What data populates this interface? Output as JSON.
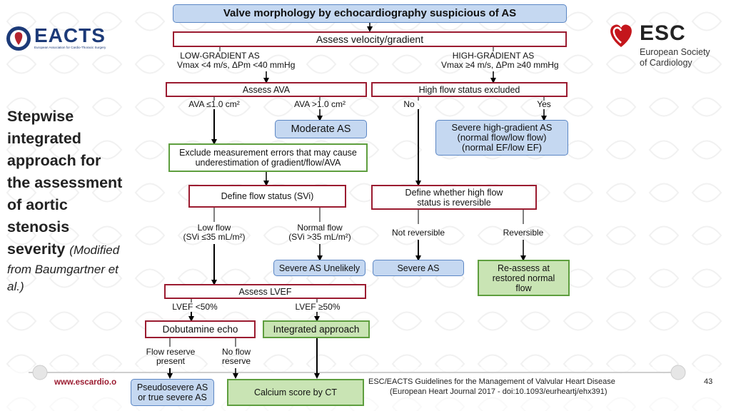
{
  "logos": {
    "eacts": {
      "name": "EACTS",
      "sub": "European Association for Cardio-Thoracic Surgery"
    },
    "esc": {
      "name": "ESC",
      "line1": "European Society",
      "line2": "of Cardiology"
    }
  },
  "sidebar": {
    "title_lines": [
      "Stepwise",
      "integrated",
      "approach for",
      "the assessment",
      "of aortic",
      "stenosis"
    ],
    "last_bold": "severity",
    "last_italic": "(Modified",
    "attribution_lines": [
      "from Baumgartner et",
      "al.)"
    ]
  },
  "flow": {
    "top": "Valve morphology by echocardiography suspicious of AS",
    "assess_velocity": "Assess velocity/gradient",
    "low_gradient": {
      "line1": "LOW-GRADIENT AS",
      "line2": "Vmax <4 m/s, ΔPm <40 mmHg"
    },
    "high_gradient": {
      "line1": "HIGH-GRADIENT AS",
      "line2": "Vmax ≥4 m/s, ΔPm ≥40 mmHg"
    },
    "assess_ava": "Assess AVA",
    "high_flow_excluded": "High flow status excluded",
    "ava_small": "AVA ≤1.0 cm²",
    "ava_large": "AVA >1.0 cm²",
    "no": "No",
    "yes": "Yes",
    "moderate_as": "Moderate AS",
    "severe_high_gradient": {
      "line1": "Severe high-gradient AS",
      "line2": "(normal flow/low flow)",
      "line3": "(normal EF/low EF)"
    },
    "exclude_errors": {
      "line1": "Exclude measurement errors that may cause",
      "line2": "underestimation of gradient/flow/AVA"
    },
    "define_flow": "Define flow status (SVi)",
    "define_high_flow": {
      "line1": "Define whether high flow",
      "line2": "status is reversible"
    },
    "low_flow": {
      "line1": "Low flow",
      "line2": "(SVi ≤35 mL/m²)"
    },
    "normal_flow": {
      "line1": "Normal flow",
      "line2": "(SVi >35 mL/m²)"
    },
    "not_reversible": "Not reversible",
    "reversible": "Reversible",
    "severe_unlikely": "Severe AS Unelikely",
    "severe_as": "Severe AS",
    "reassess": {
      "line1": "Re-assess at",
      "line2": "restored normal",
      "line3": "flow"
    },
    "assess_lvef": "Assess LVEF",
    "lvef_low": "LVEF <50%",
    "lvef_high": "LVEF ≥50%",
    "dobutamine": "Dobutamine echo",
    "integrated": "Integrated approach",
    "flow_reserve": {
      "line1": "Flow reserve",
      "line2": "present"
    },
    "no_flow_reserve": {
      "line1": "No flow",
      "line2": "reserve"
    },
    "pseudosevere": {
      "line1": "Pseudosevere AS",
      "line2": "or true severe AS"
    },
    "calcium": "Calcium score by CT"
  },
  "footer": {
    "url": "www.escardio.o",
    "citation_line1": "ESC/EACTS Guidelines for the Management of Valvular Heart Disease",
    "citation_line2": "(European Heart Journal 2017 - doi:10.1093/eurheartj/ehx391)",
    "page": "43"
  },
  "colors": {
    "red_border": "#9b1b30",
    "blue_fill": "#c5d8f1",
    "green_border": "#5e9e3e",
    "green_fill": "#c9e4b4"
  }
}
